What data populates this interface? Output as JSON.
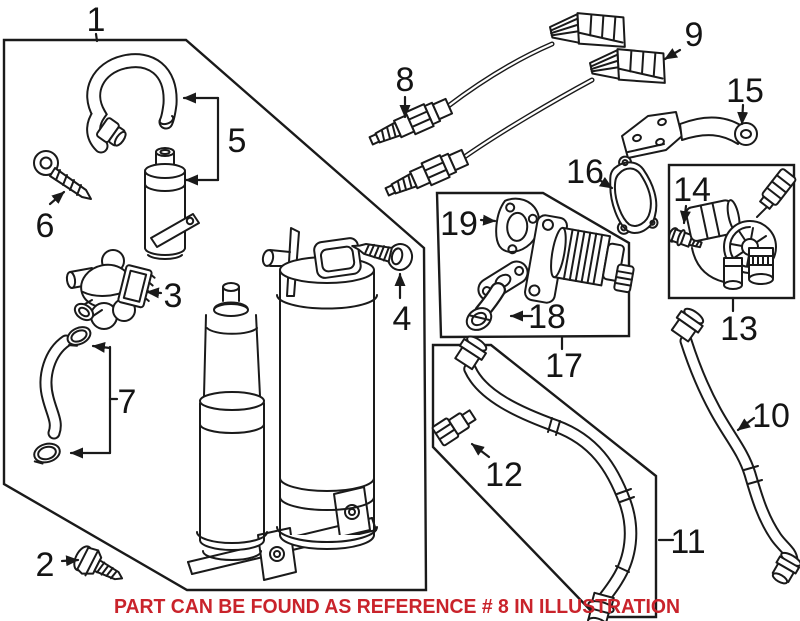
{
  "colors": {
    "line": "#1a1a1a",
    "background": "#ffffff",
    "caption": "#c9232b"
  },
  "caption": {
    "text": "PART CAN BE FOUND AS REFERENCE # 8 IN ILLUSTRATION"
  },
  "labels": [
    {
      "id": "1"
    },
    {
      "id": "2"
    },
    {
      "id": "3"
    },
    {
      "id": "4"
    },
    {
      "id": "5"
    },
    {
      "id": "6"
    },
    {
      "id": "7"
    },
    {
      "id": "8"
    },
    {
      "id": "9"
    },
    {
      "id": "10"
    },
    {
      "id": "11"
    },
    {
      "id": "12"
    },
    {
      "id": "13"
    },
    {
      "id": "14"
    },
    {
      "id": "15"
    },
    {
      "id": "16"
    },
    {
      "id": "17"
    },
    {
      "id": "18"
    },
    {
      "id": "19"
    }
  ]
}
